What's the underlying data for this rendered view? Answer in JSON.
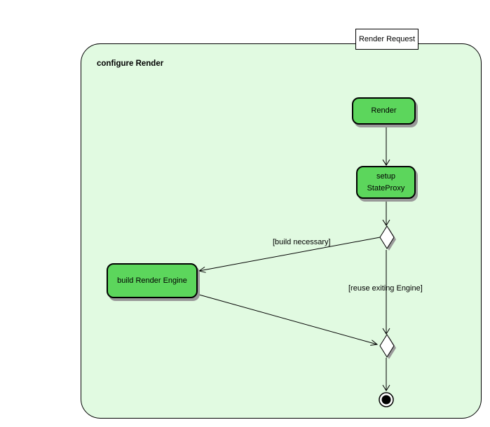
{
  "diagram": {
    "frame": {
      "title": "configure Render"
    },
    "signal": {
      "label": "Render Request"
    },
    "nodes": {
      "render": {
        "label": "Render"
      },
      "setup_state_proxy": {
        "line1": "setup",
        "line2": "StateProxy"
      },
      "build_render_engine": {
        "label": "build Render Engine"
      }
    },
    "edges": {
      "build_necessary_label": "[build necessary]",
      "reuse_existing_label": "[reuse exiting Engine]"
    },
    "colors": {
      "activity_fill": "#5CD65C",
      "frame_fill": "#E1FAE1",
      "node_border": "#000000",
      "shadow": "#999999",
      "background": "#FFFFFF"
    }
  }
}
